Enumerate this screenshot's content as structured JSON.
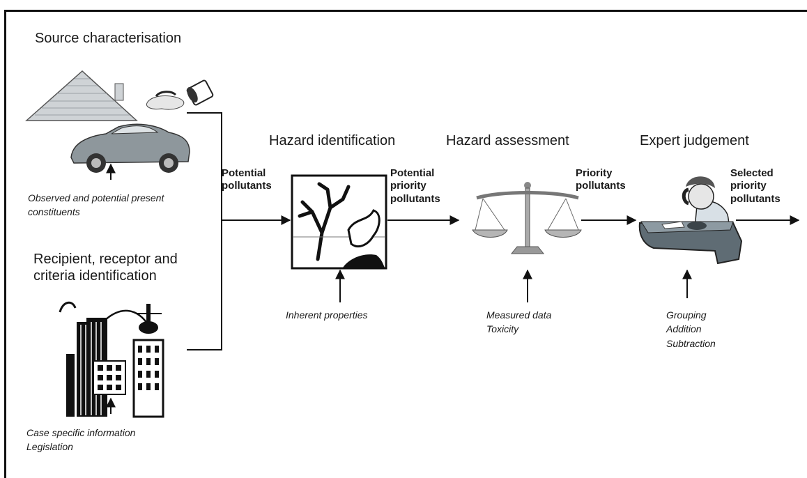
{
  "sources": {
    "title": "Source characterisation",
    "note": "Observed and potential present\nconstituents"
  },
  "recipient": {
    "title": "Recipient, receptor and\ncriteria identification",
    "note": "Case specific information\nLegislation"
  },
  "stages": [
    {
      "title": "Hazard identification",
      "input": "Inherent properties"
    },
    {
      "title": "Hazard assessment",
      "input": "Measured data\nToxicity"
    },
    {
      "title": "Expert judgement",
      "input": "Grouping\nAddition\nSubtraction"
    }
  ],
  "flows": [
    "Potential\npollutants",
    "Potential\npriority\npollutants",
    "Priority\npollutants",
    "Selected\npriority\npollutants"
  ],
  "icons": [
    "house-icon",
    "paint-spill-icon",
    "car-icon",
    "city-icon",
    "dead-tree-icon",
    "balance-scale-icon",
    "expert-at-desk-icon"
  ]
}
